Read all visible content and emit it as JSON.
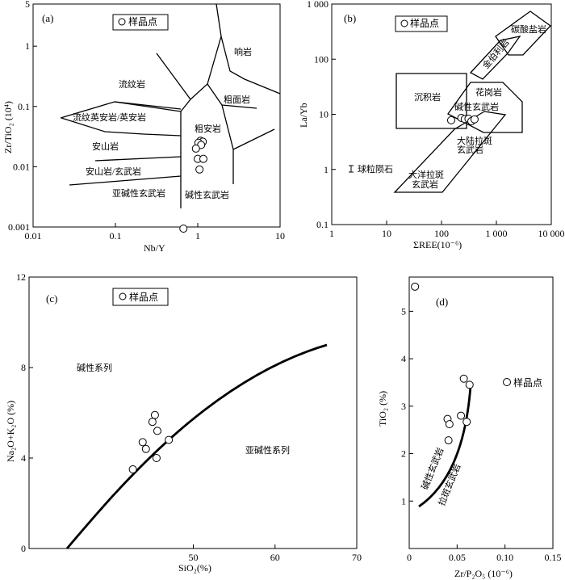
{
  "chart_data": [
    {
      "panel": "(a)",
      "type": "scatter",
      "xlabel": "Nb/Y",
      "ylabel": "Zr/TiO₂ (10⁴)",
      "xscale": "log",
      "yscale": "log",
      "xlim": [
        0.01,
        10
      ],
      "ylim": [
        0.001,
        5
      ],
      "xticks": [
        "0.01",
        "0.1",
        "1",
        "10"
      ],
      "yticks": [
        "0.001",
        "0.01",
        "0.1",
        "1",
        "5"
      ],
      "legend": "样品点",
      "fields": [
        "响岩",
        "流纹岩",
        "粗面岩",
        "流纹英安岩/英安岩",
        "粗安岩",
        "安山岩",
        "安山岩/玄武岩",
        "亚碱性玄武岩",
        "碱性玄武岩"
      ],
      "points": [
        {
          "x": 1.08,
          "y": 0.027
        },
        {
          "x": 1.15,
          "y": 0.026
        },
        {
          "x": 1.02,
          "y": 0.025
        },
        {
          "x": 1.1,
          "y": 0.023
        },
        {
          "x": 0.95,
          "y": 0.02
        },
        {
          "x": 1.0,
          "y": 0.0135
        },
        {
          "x": 1.17,
          "y": 0.0135
        },
        {
          "x": 1.05,
          "y": 0.009
        },
        {
          "x": 0.67,
          "y": 0.00094
        }
      ]
    },
    {
      "panel": "(b)",
      "type": "scatter",
      "xlabel": "ΣREE(10⁻⁶)",
      "ylabel": "La/Yb",
      "xscale": "log",
      "yscale": "log",
      "xlim": [
        1,
        10000
      ],
      "ylim": [
        0.1,
        1000
      ],
      "xticks": [
        "1",
        "10",
        "100",
        "1 000",
        "10 000"
      ],
      "yticks": [
        "0.1",
        "1",
        "10",
        "100",
        "1 000"
      ],
      "legend": "样品点",
      "fields": [
        "碳酸盐岩",
        "金伯利岩",
        "沉积岩",
        "花岗岩",
        "碱性玄武岩",
        "大陆拉斑玄武岩",
        "大洋拉斑玄武岩"
      ],
      "annotation": "球粒陨石",
      "points": [
        {
          "x": 150,
          "y": 7.8
        },
        {
          "x": 230,
          "y": 8.6
        },
        {
          "x": 265,
          "y": 8.2
        },
        {
          "x": 310,
          "y": 8.3
        },
        {
          "x": 350,
          "y": 7.5
        },
        {
          "x": 400,
          "y": 8.1
        }
      ]
    },
    {
      "panel": "(c)",
      "type": "scatter",
      "xlabel": "SiO₂(%)",
      "ylabel": "Na₂O+K₂O (%)",
      "xlim": [
        30,
        70
      ],
      "ylim": [
        0,
        12
      ],
      "xticks": [
        "50",
        "60",
        "70"
      ],
      "yticks": [
        "0",
        "4",
        "8",
        "12"
      ],
      "legend": "样品点",
      "fields": [
        "碱性系列",
        "亚碱性系列"
      ],
      "points": [
        {
          "x": 42.6,
          "y": 3.5
        },
        {
          "x": 43.8,
          "y": 4.7
        },
        {
          "x": 44.2,
          "y": 4.4
        },
        {
          "x": 45.0,
          "y": 5.6
        },
        {
          "x": 45.3,
          "y": 5.9
        },
        {
          "x": 45.6,
          "y": 5.2
        },
        {
          "x": 45.5,
          "y": 4.0
        },
        {
          "x": 47.0,
          "y": 4.8
        }
      ]
    },
    {
      "panel": "(d)",
      "type": "scatter",
      "xlabel": "Zr/P₂O₅ (10⁻⁶)",
      "ylabel": "TiO₂ (%)",
      "xlim": [
        0,
        0.15
      ],
      "ylim": [
        0,
        5.5
      ],
      "xticks": [
        "0",
        "0.05",
        "0.10",
        "0.15"
      ],
      "yticks": [
        "1",
        "2",
        "3",
        "4",
        "5"
      ],
      "legend": "样品点",
      "fields": [
        "碱性玄武岩",
        "拉斑玄武岩"
      ],
      "points": [
        {
          "x": 0.006,
          "y": 5.52
        },
        {
          "x": 0.057,
          "y": 3.58
        },
        {
          "x": 0.063,
          "y": 3.45
        },
        {
          "x": 0.054,
          "y": 2.8
        },
        {
          "x": 0.04,
          "y": 2.73
        },
        {
          "x": 0.042,
          "y": 2.62
        },
        {
          "x": 0.06,
          "y": 2.67
        },
        {
          "x": 0.041,
          "y": 2.28
        }
      ]
    }
  ]
}
